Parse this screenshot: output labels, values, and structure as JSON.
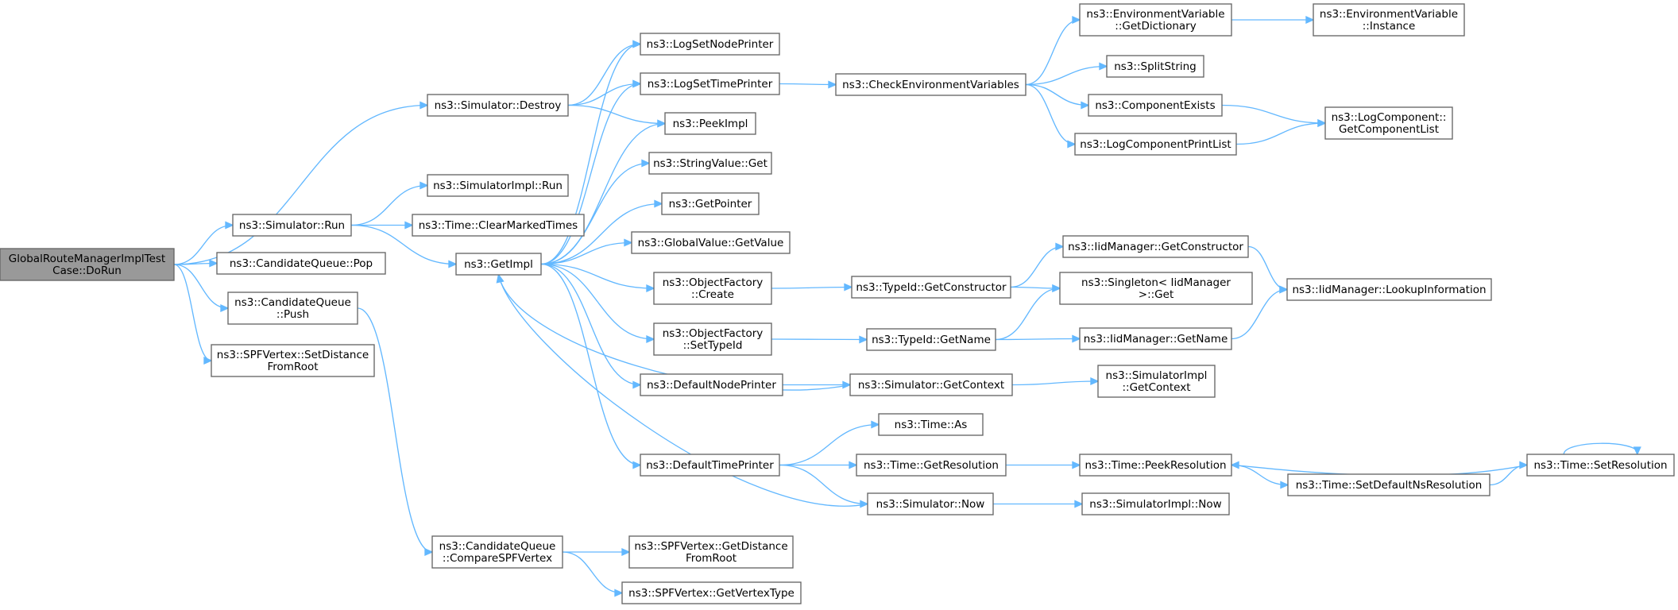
{
  "nodes": [
    {
      "id": "root",
      "lines": [
        "GlobalRouteManagerImplTest",
        "Case::DoRun"
      ],
      "root": true
    },
    {
      "id": "sim_destroy",
      "lines": [
        "ns3::Simulator::Destroy"
      ]
    },
    {
      "id": "sim_run",
      "lines": [
        "ns3::Simulator::Run"
      ]
    },
    {
      "id": "cq_pop",
      "lines": [
        "ns3::CandidateQueue::Pop"
      ]
    },
    {
      "id": "cq_push",
      "lines": [
        "ns3::CandidateQueue",
        "::Push"
      ]
    },
    {
      "id": "spf_setdist",
      "lines": [
        "ns3::SPFVertex::SetDistance",
        "FromRoot"
      ]
    },
    {
      "id": "simimpl_run",
      "lines": [
        "ns3::SimulatorImpl::Run"
      ]
    },
    {
      "id": "time_clear",
      "lines": [
        "ns3::Time::ClearMarkedTimes"
      ]
    },
    {
      "id": "getimpl",
      "lines": [
        "ns3::GetImpl"
      ]
    },
    {
      "id": "cq_compare",
      "lines": [
        "ns3::CandidateQueue",
        "::CompareSPFVertex"
      ]
    },
    {
      "id": "lognode",
      "lines": [
        "ns3::LogSetNodePrinter"
      ]
    },
    {
      "id": "logtime",
      "lines": [
        "ns3::LogSetTimePrinter"
      ]
    },
    {
      "id": "peekimpl",
      "lines": [
        "ns3::PeekImpl"
      ]
    },
    {
      "id": "strget",
      "lines": [
        "ns3::StringValue::Get"
      ]
    },
    {
      "id": "getpointer",
      "lines": [
        "ns3::GetPointer"
      ]
    },
    {
      "id": "gvget",
      "lines": [
        "ns3::GlobalValue::GetValue"
      ]
    },
    {
      "id": "ofcreate",
      "lines": [
        "ns3::ObjectFactory",
        "::Create"
      ]
    },
    {
      "id": "ofsettype",
      "lines": [
        "ns3::ObjectFactory",
        "::SetTypeId"
      ]
    },
    {
      "id": "defnode",
      "lines": [
        "ns3::DefaultNodePrinter"
      ]
    },
    {
      "id": "deftime",
      "lines": [
        "ns3::DefaultTimePrinter"
      ]
    },
    {
      "id": "spf_getdist",
      "lines": [
        "ns3::SPFVertex::GetDistance",
        "FromRoot"
      ]
    },
    {
      "id": "spf_gettype",
      "lines": [
        "ns3::SPFVertex::GetVertexType"
      ]
    },
    {
      "id": "checkenv",
      "lines": [
        "ns3::CheckEnvironmentVariables"
      ]
    },
    {
      "id": "tid_getctor",
      "lines": [
        "ns3::TypeId::GetConstructor"
      ]
    },
    {
      "id": "tid_getname",
      "lines": [
        "ns3::TypeId::GetName"
      ]
    },
    {
      "id": "sim_getctx",
      "lines": [
        "ns3::Simulator::GetContext"
      ]
    },
    {
      "id": "time_as",
      "lines": [
        "ns3::Time::As"
      ]
    },
    {
      "id": "time_getres",
      "lines": [
        "ns3::Time::GetResolution"
      ]
    },
    {
      "id": "sim_now",
      "lines": [
        "ns3::Simulator::Now"
      ]
    },
    {
      "id": "env_getdict",
      "lines": [
        "ns3::EnvironmentVariable",
        "::GetDictionary"
      ]
    },
    {
      "id": "splitstring",
      "lines": [
        "ns3::SplitString"
      ]
    },
    {
      "id": "compexists",
      "lines": [
        "ns3::ComponentExists"
      ]
    },
    {
      "id": "logcompprint",
      "lines": [
        "ns3::LogComponentPrintList"
      ]
    },
    {
      "id": "iid_getctor",
      "lines": [
        "ns3::IidManager::GetConstructor"
      ]
    },
    {
      "id": "singleton",
      "lines": [
        "ns3::Singleton< IidManager",
        ">::Get"
      ]
    },
    {
      "id": "iid_getname",
      "lines": [
        "ns3::IidManager::GetName"
      ]
    },
    {
      "id": "simimpl_getctx",
      "lines": [
        "ns3::SimulatorImpl",
        "::GetContext"
      ]
    },
    {
      "id": "time_peekres",
      "lines": [
        "ns3::Time::PeekResolution"
      ]
    },
    {
      "id": "simimpl_now",
      "lines": [
        "ns3::SimulatorImpl::Now"
      ]
    },
    {
      "id": "env_instance",
      "lines": [
        "ns3::EnvironmentVariable",
        "::Instance"
      ]
    },
    {
      "id": "logcomp_getlist",
      "lines": [
        "ns3::LogComponent::",
        "GetComponentList"
      ]
    },
    {
      "id": "iid_lookup",
      "lines": [
        "ns3::IidManager::LookupInformation"
      ]
    },
    {
      "id": "time_setdefns",
      "lines": [
        "ns3::Time::SetDefaultNsResolution"
      ]
    },
    {
      "id": "time_setres",
      "lines": [
        "ns3::Time::SetResolution"
      ]
    }
  ],
  "edges": [
    [
      "root",
      "sim_destroy"
    ],
    [
      "root",
      "sim_run"
    ],
    [
      "root",
      "cq_pop"
    ],
    [
      "root",
      "cq_push"
    ],
    [
      "root",
      "spf_setdist"
    ],
    [
      "sim_destroy",
      "lognode"
    ],
    [
      "sim_destroy",
      "logtime"
    ],
    [
      "sim_destroy",
      "peekimpl"
    ],
    [
      "sim_run",
      "simimpl_run"
    ],
    [
      "sim_run",
      "time_clear"
    ],
    [
      "sim_run",
      "getimpl"
    ],
    [
      "cq_push",
      "cq_compare"
    ],
    [
      "getimpl",
      "lognode"
    ],
    [
      "getimpl",
      "logtime"
    ],
    [
      "getimpl",
      "peekimpl"
    ],
    [
      "getimpl",
      "strget"
    ],
    [
      "getimpl",
      "getpointer"
    ],
    [
      "getimpl",
      "gvget"
    ],
    [
      "getimpl",
      "ofcreate"
    ],
    [
      "getimpl",
      "ofsettype"
    ],
    [
      "getimpl",
      "defnode"
    ],
    [
      "getimpl",
      "deftime"
    ],
    [
      "cq_compare",
      "spf_getdist"
    ],
    [
      "cq_compare",
      "spf_gettype"
    ],
    [
      "logtime",
      "checkenv"
    ],
    [
      "ofcreate",
      "tid_getctor"
    ],
    [
      "ofsettype",
      "tid_getname"
    ],
    [
      "defnode",
      "sim_getctx"
    ],
    [
      "deftime",
      "time_as"
    ],
    [
      "deftime",
      "time_getres"
    ],
    [
      "deftime",
      "sim_now"
    ],
    [
      "checkenv",
      "env_getdict"
    ],
    [
      "checkenv",
      "splitstring"
    ],
    [
      "checkenv",
      "compexists"
    ],
    [
      "checkenv",
      "logcompprint"
    ],
    [
      "tid_getctor",
      "iid_getctor"
    ],
    [
      "tid_getctor",
      "singleton"
    ],
    [
      "tid_getname",
      "singleton"
    ],
    [
      "tid_getname",
      "iid_getname"
    ],
    [
      "sim_getctx",
      "getimpl"
    ],
    [
      "sim_getctx",
      "simimpl_getctx"
    ],
    [
      "time_getres",
      "time_peekres"
    ],
    [
      "sim_now",
      "getimpl"
    ],
    [
      "sim_now",
      "simimpl_now"
    ],
    [
      "env_getdict",
      "env_instance"
    ],
    [
      "compexists",
      "logcomp_getlist"
    ],
    [
      "logcompprint",
      "logcomp_getlist"
    ],
    [
      "iid_getctor",
      "iid_lookup"
    ],
    [
      "iid_getname",
      "iid_lookup"
    ],
    [
      "time_peekres",
      "time_setdefns"
    ],
    [
      "time_setdefns",
      "time_setres"
    ],
    [
      "time_setres",
      "time_peekres"
    ],
    [
      "time_setres",
      "time_setres"
    ]
  ]
}
